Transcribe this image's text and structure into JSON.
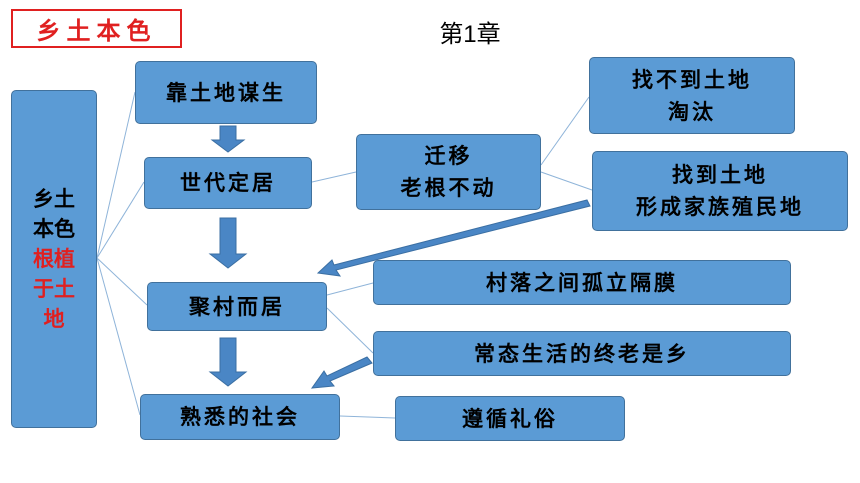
{
  "header": {
    "tag": "乡土本色",
    "chapter": "第1章"
  },
  "side": {
    "line1": "乡土",
    "line2": "本色",
    "line3": "根植",
    "line4": "于土",
    "line5": "地"
  },
  "nodes": {
    "kaotudi": "靠土地谋生",
    "shidai": "世代定居",
    "jucun": "聚村而居",
    "shuxi": "熟悉的社会",
    "qianyi_1": "迁移",
    "qianyi_2": "老根不动",
    "zhaobudao_1": "找不到土地",
    "zhaobudao_2": "淘汰",
    "zhaodao_1": "找到土地",
    "zhaodao_2": "形成家族殖民地",
    "cunluo": "村落之间孤立隔膜",
    "changtai": "常态生活的终老是乡",
    "zunxun": "遵循礼俗"
  },
  "colors": {
    "box": "#5b9bd5",
    "border": "#41719c",
    "accent": "#e02020"
  }
}
